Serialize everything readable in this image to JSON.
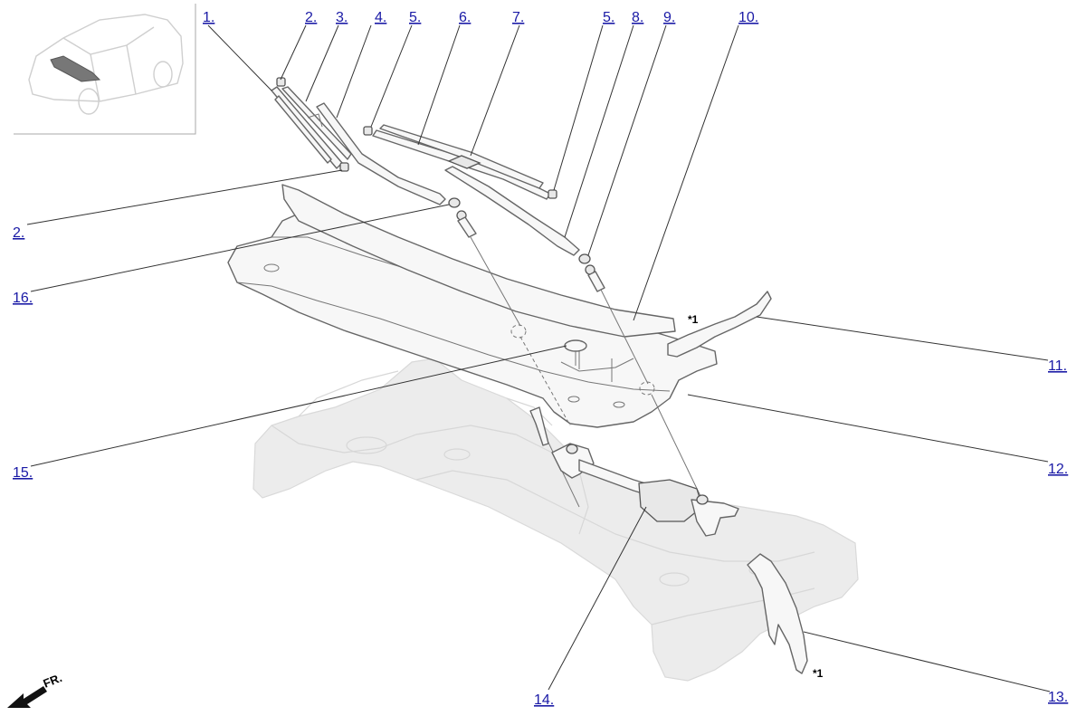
{
  "callouts": [
    {
      "label": "1.",
      "color": "#1a1aa6"
    },
    {
      "label": "2.",
      "color": "#1a1aa6"
    },
    {
      "label": "3.",
      "color": "#1a1aa6"
    },
    {
      "label": "4.",
      "color": "#1a1aa6"
    },
    {
      "label": "5.",
      "color": "#1a1aa6"
    },
    {
      "label": "6.",
      "color": "#1a1aa6"
    },
    {
      "label": "7.",
      "color": "#1a1aa6"
    },
    {
      "label": "5.",
      "color": "#1a1aa6"
    },
    {
      "label": "8.",
      "color": "#1a1aa6"
    },
    {
      "label": "9.",
      "color": "#1a1aa6"
    },
    {
      "label": "10.",
      "color": "#1a1aa6"
    },
    {
      "label": "2.",
      "color": "#1a1aa6"
    },
    {
      "label": "16.",
      "color": "#1a1aa6"
    },
    {
      "label": "11.",
      "color": "#1a1aa6"
    },
    {
      "label": "12.",
      "color": "#1a1aa6"
    },
    {
      "label": "15.",
      "color": "#1a1aa6"
    },
    {
      "label": "14.",
      "color": "#1a1aa6"
    },
    {
      "label": "13.",
      "color": "#1a1aa6"
    }
  ],
  "notes": {
    "star1_a": "*1",
    "star1_b": "*1"
  },
  "direction": {
    "label": "FR.",
    "icon": "front-arrow-icon"
  },
  "inset": {
    "icon": "vehicle-location-icon"
  }
}
